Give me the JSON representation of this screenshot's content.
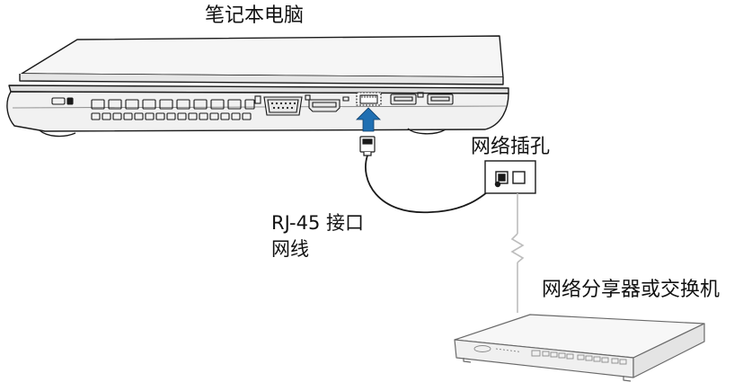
{
  "labels": {
    "laptop": "笔记本电脑",
    "wall_socket": "网络插孔",
    "connector": "RJ-45 接口",
    "cable": "网线",
    "router": "网络分享器或交换机"
  },
  "colors": {
    "line": "#1a1a1a",
    "body_light": "#f4f4f4",
    "body_mid": "#d8d8d8",
    "arrow": "#1f6fb2",
    "wire_light": "#bdbdbd"
  }
}
